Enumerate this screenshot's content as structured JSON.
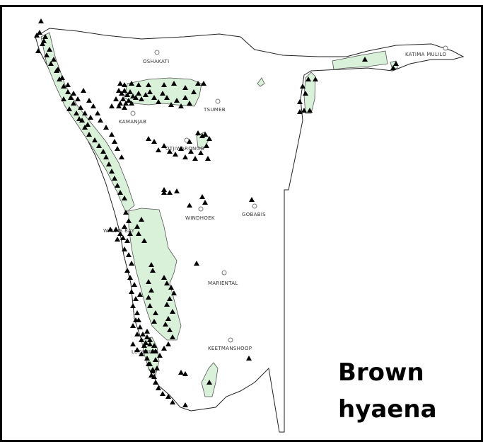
{
  "map": {
    "species_title_line1": "Brown",
    "species_title_line2": "hyaena",
    "colors": {
      "protected_area_fill": "#d9f0d9",
      "border_stroke": "#222222",
      "sighting_marker": "#000000",
      "town_marker": "#777777"
    },
    "towns": [
      {
        "id": "oshakati",
        "name": "OSHAKATI"
      },
      {
        "id": "katima-mulilo",
        "name": "KATIMA MULILO"
      },
      {
        "id": "tsumeb",
        "name": "TSUMEB"
      },
      {
        "id": "kamanjab",
        "name": "KAMANJAB"
      },
      {
        "id": "otjiwarongo",
        "name": "OTJIWARONGO"
      },
      {
        "id": "windhoek",
        "name": "WINDHOEK"
      },
      {
        "id": "gobabis",
        "name": "GOBABIS"
      },
      {
        "id": "walvis-bay",
        "name": "WALVIS BAY"
      },
      {
        "id": "mariental",
        "name": "MARIENTAL"
      },
      {
        "id": "keetmanshoop",
        "name": "KEETMANSHOOP"
      },
      {
        "id": "luderitz",
        "name": "LUDERITZ"
      }
    ],
    "sighting_marker_icon": "black-triangle-icon",
    "town_marker_icon": "circle-icon"
  }
}
